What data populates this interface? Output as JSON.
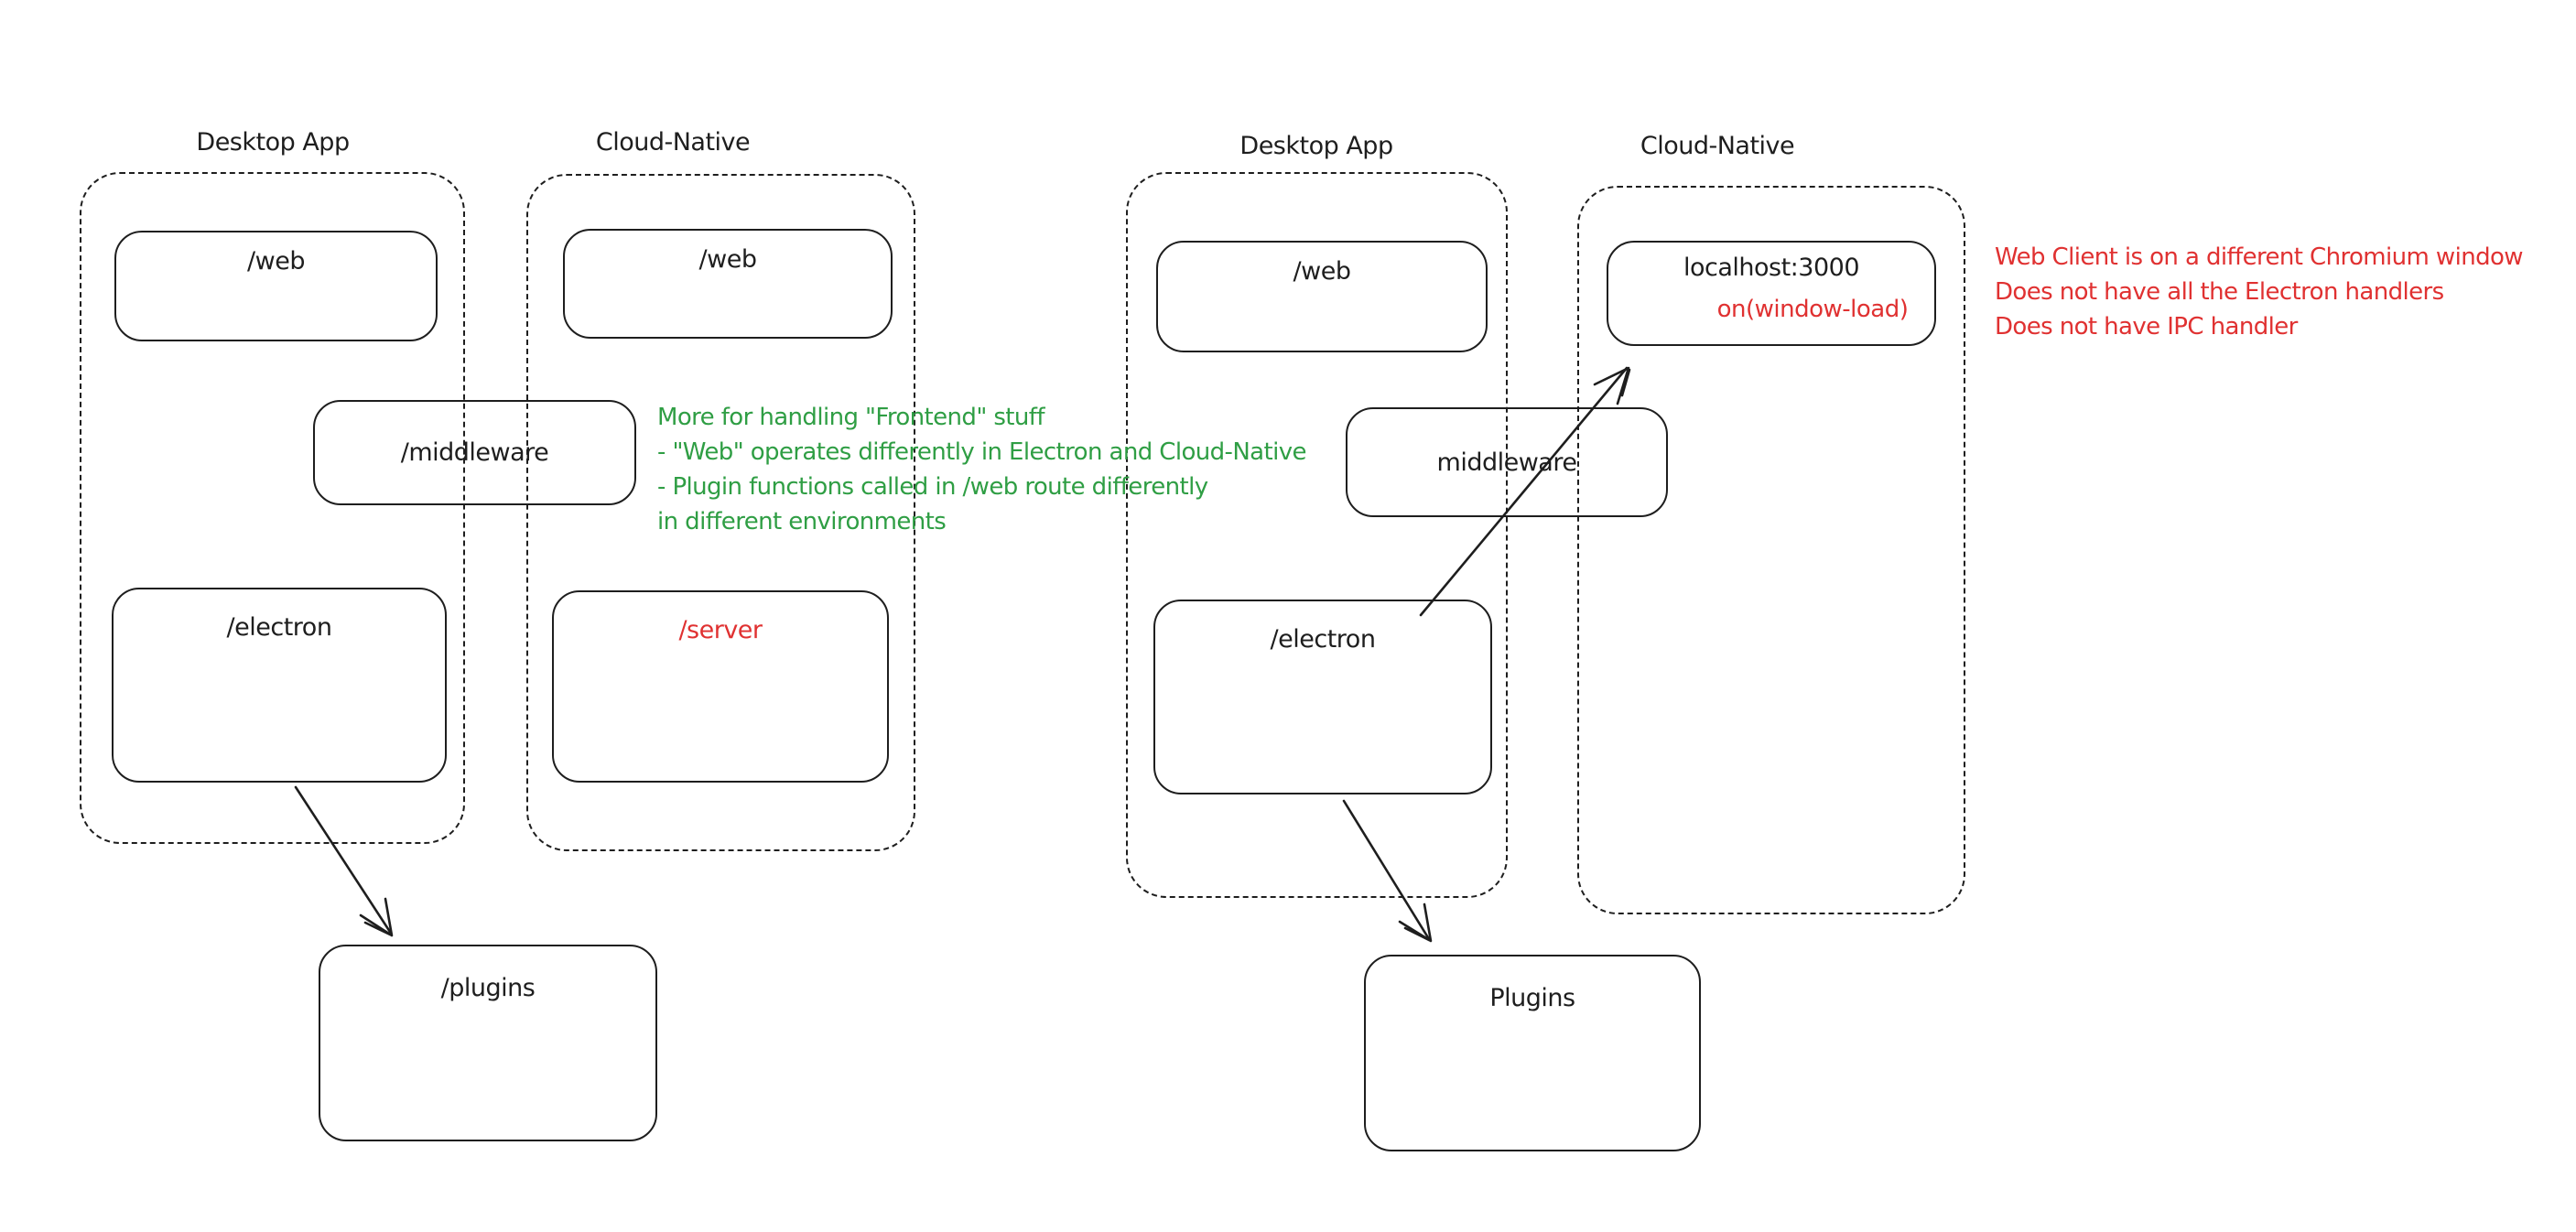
{
  "colors": {
    "ink": "#1e1e1e",
    "green": "#2f9e44",
    "red": "#e03131",
    "background": "#ffffff"
  },
  "left_diagram": {
    "desktop_app": {
      "label": "Desktop App",
      "web_label": "/web",
      "electron_label": "/electron"
    },
    "cloud_native": {
      "label": "Cloud-Native",
      "web_label": "/web",
      "server_label": "/server"
    },
    "middleware_label": "/middleware",
    "plugins_label": "/plugins",
    "green_note": {
      "lines": [
        "More for handling \"Frontend\" stuff",
        "- \"Web\" operates differently in Electron and Cloud-Native",
        "- Plugin functions called in /web route differently",
        "in different environments"
      ]
    }
  },
  "right_diagram": {
    "desktop_app": {
      "label": "Desktop App",
      "web_label": "/web",
      "electron_label": "/electron"
    },
    "cloud_native": {
      "label": "Cloud-Native",
      "localhost_title": "localhost:3000",
      "localhost_annotation": "on(window-load)"
    },
    "middleware_label": "middleware",
    "plugins_label": "Plugins",
    "red_note": {
      "lines": [
        "Web Client is on a different Chromium window",
        "Does not have all the Electron handlers",
        "Does not have IPC handler"
      ]
    }
  }
}
